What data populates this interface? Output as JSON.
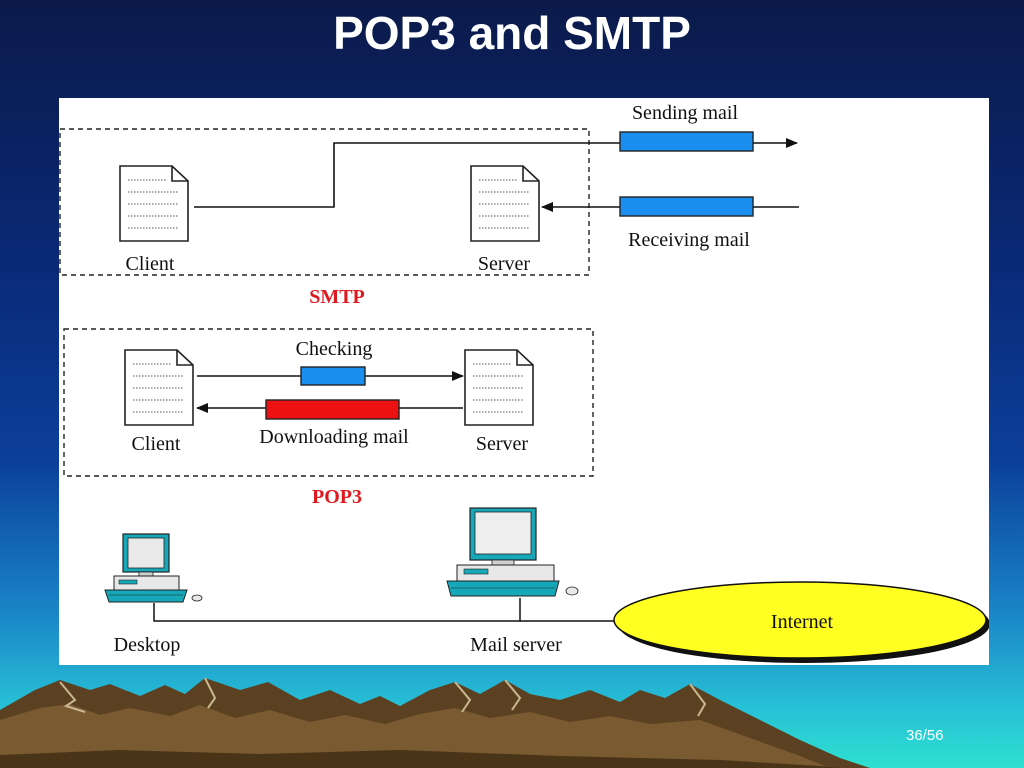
{
  "slide": {
    "title": "POP3 and SMTP",
    "page_number": "36/56"
  },
  "smtp": {
    "caption": "SMTP",
    "client_label": "Client",
    "server_label": "Server",
    "sending_label": "Sending mail",
    "receiving_label": "Receiving mail"
  },
  "pop3": {
    "caption": "POP3",
    "client_label": "Client",
    "server_label": "Server",
    "checking_label": "Checking",
    "downloading_label": "Downloading mail"
  },
  "network": {
    "desktop_label": "Desktop",
    "mail_server_label": "Mail server",
    "internet_label": "Internet"
  },
  "colors": {
    "caption_red": "#e0191f",
    "message_blue": "#1a8ff0",
    "message_red": "#ee1111",
    "internet_yellow": "#ffff22"
  }
}
